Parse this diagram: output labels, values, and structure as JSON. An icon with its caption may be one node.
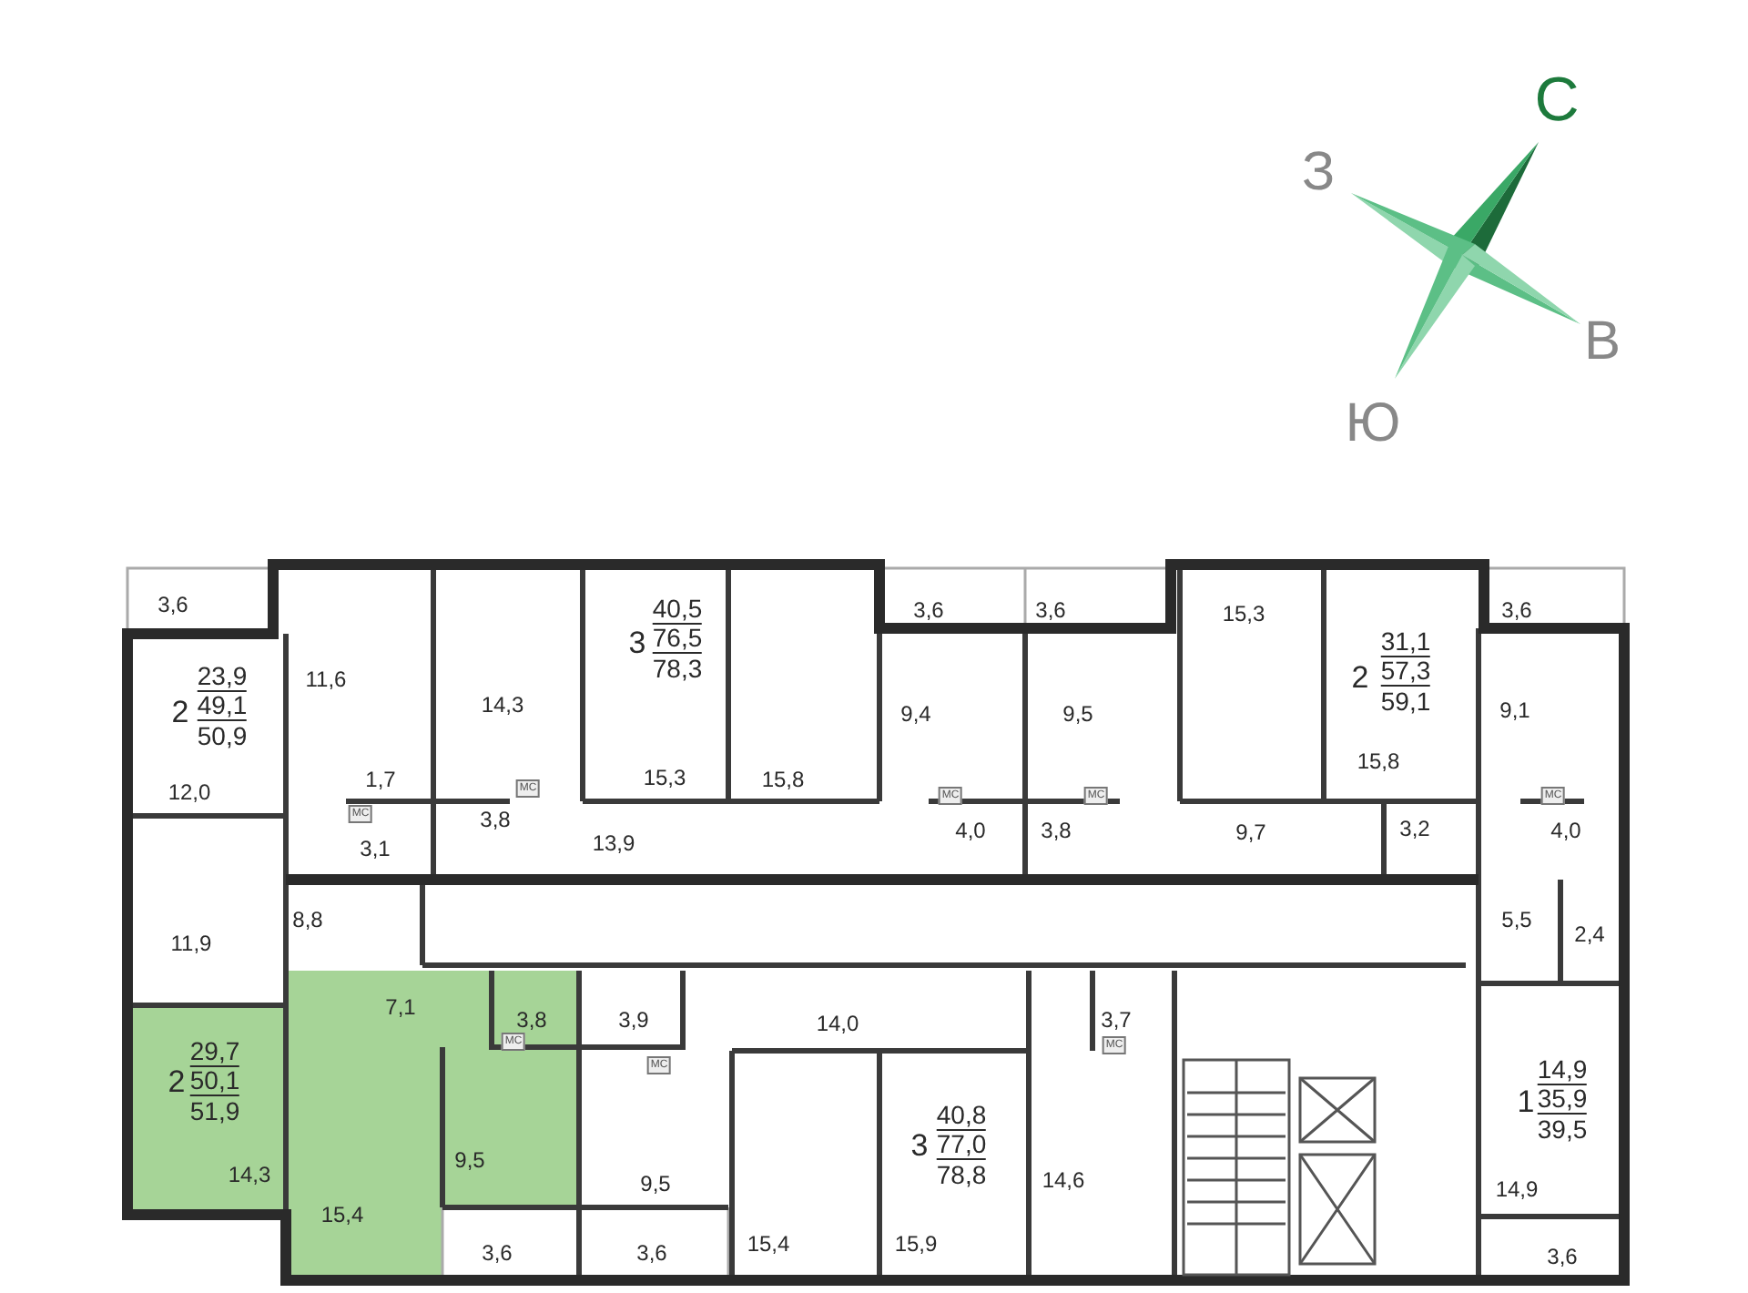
{
  "diagram": {
    "labels": [
      "С",
      "З",
      "В",
      "Ю",
      "3,6",
      "3,6",
      "3,6",
      "3,6",
      "40,5",
      "15,3",
      "76,5",
      "3",
      "31,1",
      "78,3",
      "57,3",
      "2",
      "23,9",
      "11,6",
      "59,1",
      "49,1",
      "2",
      "14,3",
      "9,4",
      "9,5",
      "9,1",
      "50,9",
      "15,8",
      "15,3",
      "1,7",
      "15,8",
      "12,0",
      "МС",
      "МС",
      "МС",
      "МС",
      "МС",
      "3,8",
      "3,2",
      "4,0",
      "3,8",
      "4,0",
      "9,7",
      "13,9",
      "3,1",
      "8,8",
      "5,5",
      "2,4",
      "11,9",
      "7,1",
      "14,0",
      "3,8",
      "3,9",
      "3,7",
      "МС",
      "МС",
      "МС",
      "29,7",
      "14,9",
      "50,1",
      "2",
      "35,9",
      "1",
      "51,9",
      "40,8",
      "39,5",
      "77,0",
      "3",
      "9,5",
      "78,8",
      "14,3",
      "14,6",
      "9,5",
      "14,9",
      "15,4",
      "15,4",
      "15,9",
      "3,6",
      "3,6",
      "3,6"
    ]
  }
}
